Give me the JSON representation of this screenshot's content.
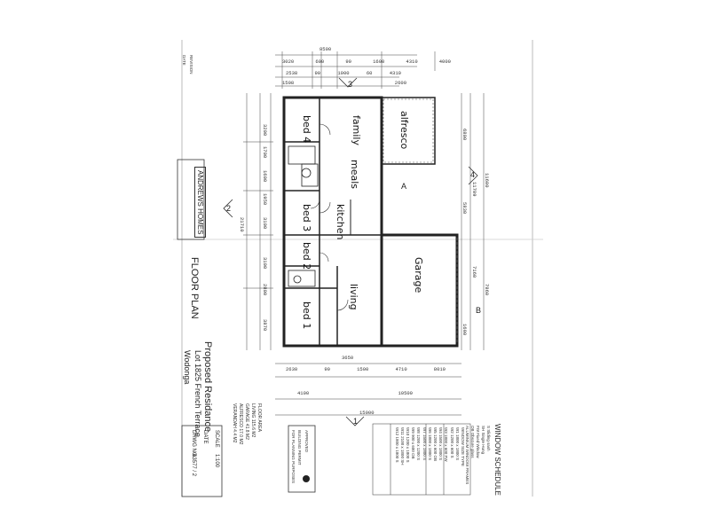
{
  "document": {
    "type": "architectural floor plan",
    "orientation": "rotated 90 degrees clockwise"
  },
  "rooms": {
    "bed4": "bed 4",
    "family": "family",
    "alfresco": "alfresco",
    "meals": "meals",
    "bed3": "bed 3",
    "kitchen": "kitchen",
    "bed2": "bed 2",
    "garage": "Garage",
    "living": "living",
    "bed1": "bed 1"
  },
  "dimensions": {
    "overall_top": "8500",
    "top_row_1": [
      "3020",
      "600",
      "90",
      "1600",
      "4310",
      "4000"
    ],
    "top_row_2": [
      "2538",
      "90",
      "1000",
      "60",
      "4310"
    ],
    "top_row_3": [
      "1508",
      "2600"
    ],
    "left_col": [
      "3200",
      "1700",
      "1600",
      "1950",
      "3100",
      "3100",
      "2800",
      "3870"
    ],
    "left_total": "21710",
    "bottom_row_1": [
      "2630",
      "90",
      "1500",
      "4710",
      "8010"
    ],
    "bottom_row_2": [
      "4100",
      "10500"
    ],
    "bottom_overall": "15000",
    "right_col": [
      "11600",
      "11709",
      "7160",
      "7860",
      "6800",
      "5830",
      "1690"
    ],
    "bottom_small": "3650"
  },
  "section_markers": [
    "1",
    "2",
    "3",
    "4",
    "A",
    "B"
  ],
  "title_block": {
    "company": "ANDREWS HOMES",
    "drawing_title": "FLOOR PLAN",
    "project": "Proposed Residance",
    "lot": "Lot 1825 French Terrace",
    "suburb": "Wodonga",
    "scale_label": "SCALE",
    "scale": "1:100",
    "date_label": "DATE",
    "drawing_no_label": "DRWG NO.",
    "drawing_no": "63577 / 2"
  },
  "floor_area": {
    "heading": "FLOOR AREA",
    "living": "LIVING  115.6 M2",
    "garage": "GARAGE  41.8 M2",
    "alfresco": "ALFRESCO  17.0 M2",
    "verandah": "VERANDAH  4.4 M2"
  },
  "window_schedule": {
    "heading": "WINDOW SCHEDULE",
    "notes": [
      "S  Sliding sash",
      "SH  Single Hung",
      "FW  Fixed Window",
      "OB  Obscure glass",
      "ALUMINIUM WINDOW FRAMES"
    ],
    "columns": [
      "WINDOW",
      "SIZE",
      "TYPE"
    ],
    "rows": [
      [
        "W1",
        "1800 x 1800",
        "S"
      ],
      [
        "W2",
        "1200 x 600",
        "S"
      ],
      [
        "W3",
        "1800 x 600",
        "FW"
      ],
      [
        "W4",
        "1500 x 1800",
        "S"
      ],
      [
        "W5",
        "1200 x 600",
        "OB"
      ],
      [
        "W6",
        "1800 x 1800",
        "S"
      ],
      [
        "W7",
        "1500 x 1800",
        "S"
      ],
      [
        "W8",
        "1200 x 1200",
        "S"
      ],
      [
        "W9",
        "900 x 600",
        "OB"
      ],
      [
        "W10",
        "1200 x 1800",
        "S"
      ],
      [
        "W11",
        "2100 x 1800",
        "SH"
      ],
      [
        "W12",
        "1800 x 1800",
        "S"
      ]
    ]
  },
  "approval": {
    "stamp": "APPROVED",
    "lines": [
      "BUILDING PERMIT",
      "FOR PLANNING PURPOSES"
    ]
  },
  "revision_strip": {
    "labels": [
      "REVISION",
      "DATE"
    ]
  }
}
